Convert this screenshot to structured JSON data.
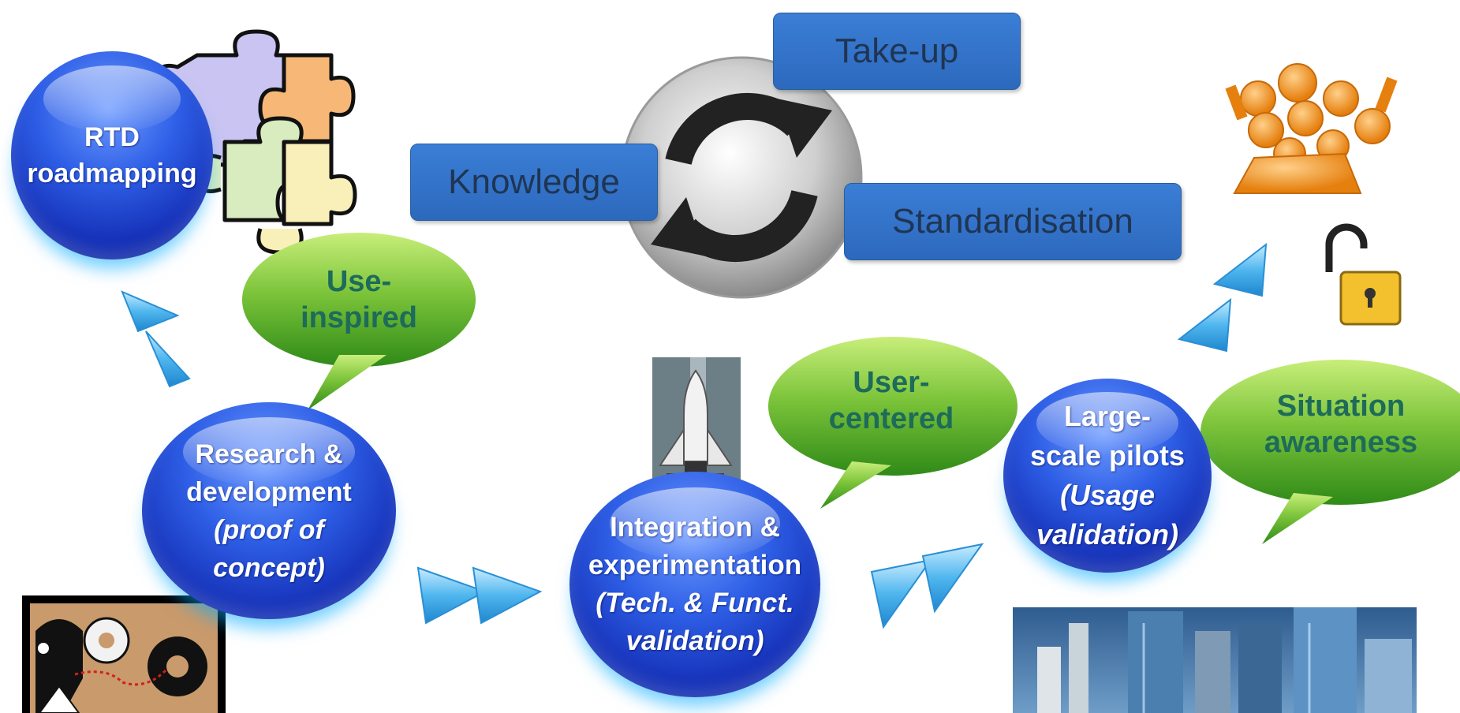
{
  "nodes": {
    "rtd": {
      "lines": [
        "RTD",
        "roadmapping"
      ]
    },
    "research": {
      "lines": [
        "Research &",
        "development"
      ],
      "italic_lines": [
        "(proof of",
        "concept)"
      ]
    },
    "integration": {
      "lines": [
        "Integration &",
        "experimentation"
      ],
      "italic_lines": [
        "(Tech. & Funct.",
        "validation)"
      ]
    },
    "pilots": {
      "lines": [
        "Large-",
        "scale pilots"
      ],
      "italic_lines": [
        "(Usage",
        "validation)"
      ]
    }
  },
  "bubbles": {
    "use_inspired": [
      "Use-",
      "inspired"
    ],
    "user_centered": [
      "User-",
      "centered"
    ],
    "situation": [
      "Situation",
      "awareness"
    ]
  },
  "cycle_labels": {
    "takeup": "Take-up",
    "knowledge": "Knowledge",
    "standardisation": "Standardisation"
  },
  "colors": {
    "circle_blue": "#2e5fe6",
    "bubble_green": "#7cc43a",
    "bubble_text": "#1d6b5a",
    "box_blue": "#3573c8",
    "arrow_cyan": "#4fb6ee",
    "people_orange": "#f39a1e"
  },
  "icons": [
    "puzzle-icon",
    "refresh-cycle-icon",
    "people-group-icon",
    "open-padlock-icon",
    "space-shuttle-icon",
    "gears-thinker-icon",
    "skyscrapers-image"
  ]
}
